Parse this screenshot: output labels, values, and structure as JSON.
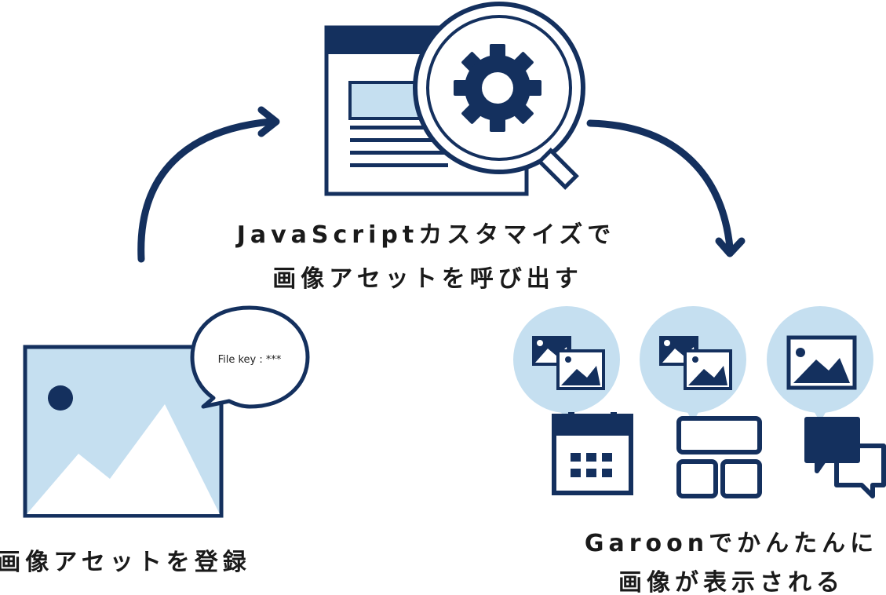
{
  "steps": {
    "customize": {
      "line1": "JavaScriptカスタマイズで",
      "line2": "画像アセットを呼び出す"
    },
    "register": {
      "label": "画像アセットを登録",
      "bubble": "File key : ***"
    },
    "display": {
      "line1": "Garoonでかんたんに",
      "line2": "画像が表示される"
    }
  },
  "colors": {
    "navy": "#14305e",
    "light_blue": "#c5dff0",
    "white": "#ffffff",
    "text": "#1a1a1a"
  }
}
